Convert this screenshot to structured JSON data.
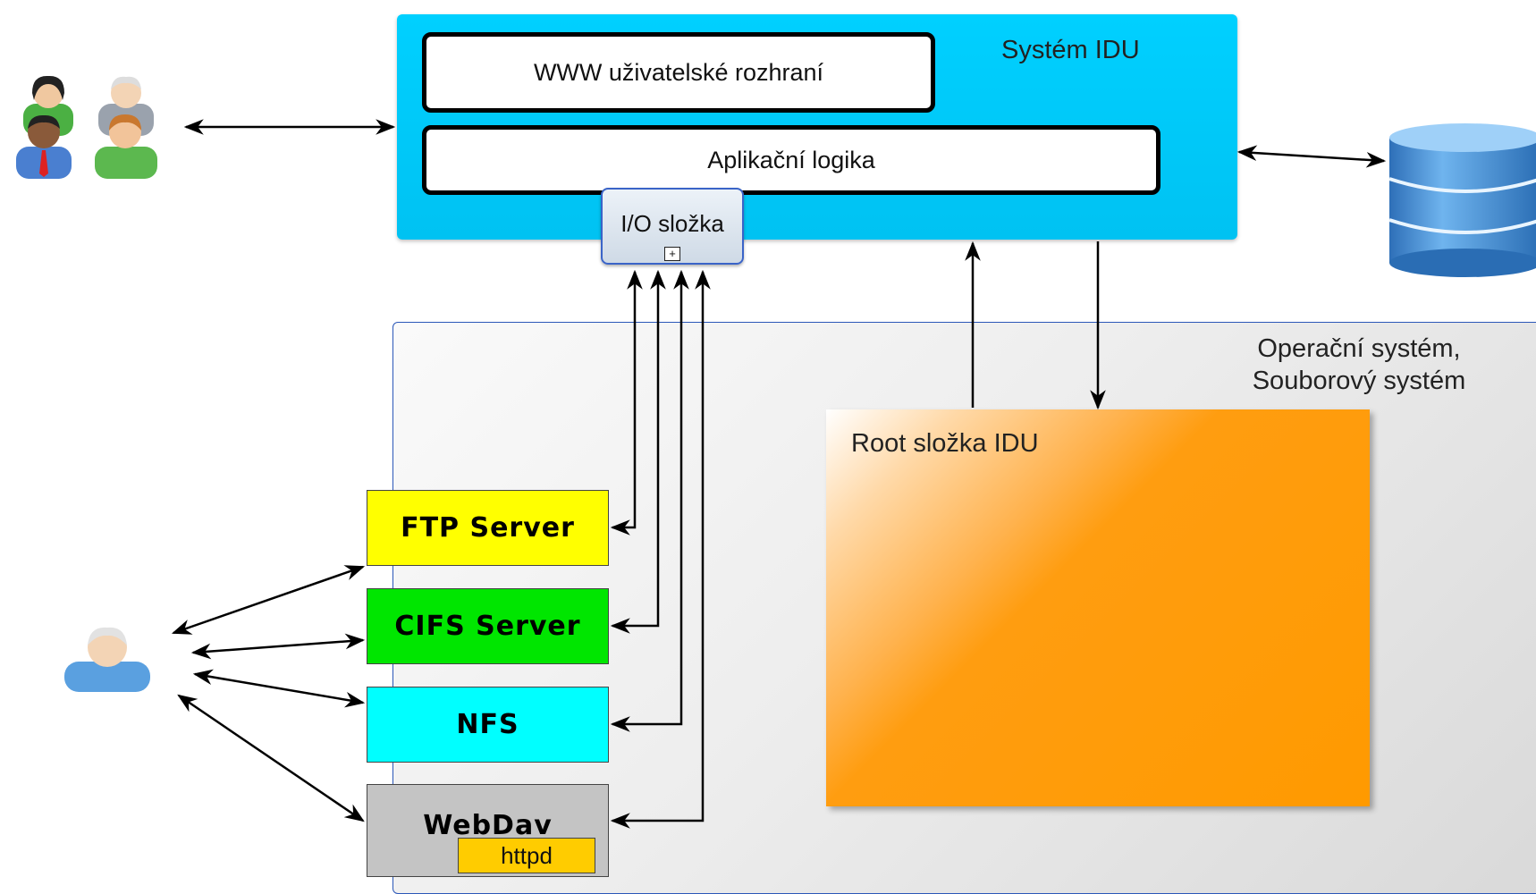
{
  "system": {
    "title": "Systém IDU"
  },
  "components": {
    "www_ui": "WWW uživatelské rozhraní",
    "app_logic": "Aplikační logika",
    "io_folder": "I/O složka",
    "io_expand_symbol": "+"
  },
  "os": {
    "line1": "Operační systém,",
    "line2": "Souborový systém"
  },
  "root_folder": "Root složka IDU",
  "services": {
    "ftp": "FTP Server",
    "cifs": "CIFS Server",
    "nfs": "NFS",
    "webdav": "WebDav",
    "httpd": "httpd"
  },
  "icons": {
    "users_group": "users-group-icon",
    "single_user": "user-icon",
    "database": "database-icon"
  },
  "colors": {
    "system_box": "#00c8f8",
    "ftp": "#ffff00",
    "cifs": "#00e600",
    "nfs": "#00ffff",
    "webdav": "#c4c4c4",
    "httpd": "#ffcc00",
    "root_folder": "#ff9a00",
    "database": "#3d8fd6"
  }
}
